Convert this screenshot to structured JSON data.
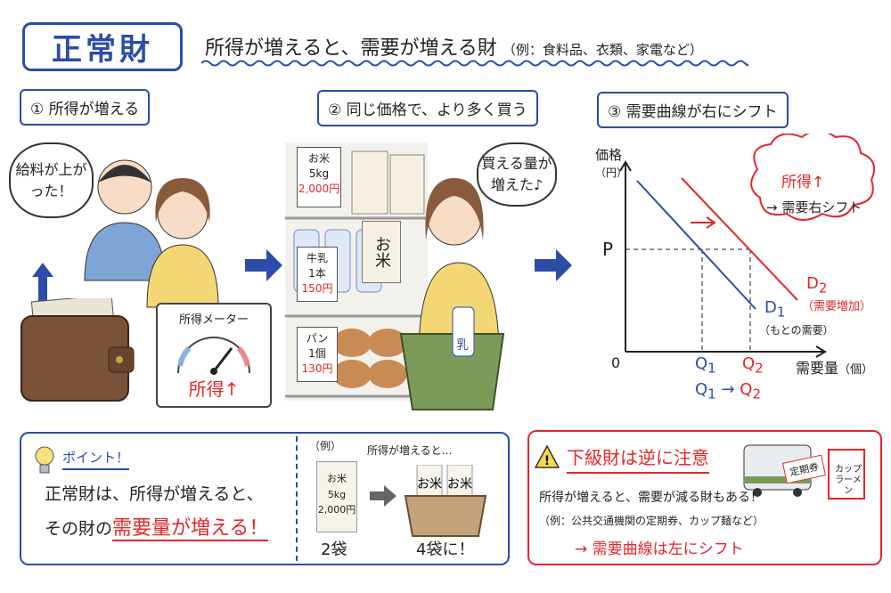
{
  "header": {
    "title": "正常財",
    "subtitle": "所得が増えると、需要が増える財",
    "examples": "（例：食料品、衣類、家電など）"
  },
  "steps": [
    {
      "label": "① 所得が増える"
    },
    {
      "label": "② 同じ価格で、より多く買う"
    },
    {
      "label": "③ 需要曲線が右にシフト"
    }
  ],
  "panel1": {
    "speech": "給料が上がった！",
    "meter_title": "所得メーター",
    "meter_label": "所得↑",
    "meter_level": "high",
    "icons": [
      "wallet-icon",
      "up-arrow-icon",
      "people-illustration"
    ]
  },
  "panel2": {
    "thought": "買える量が増えた♪",
    "shelf_tags": [
      {
        "name": "お米",
        "unit": "5kg",
        "price": "2,000円"
      },
      {
        "name": "牛乳",
        "unit": "1本",
        "price": "150円"
      },
      {
        "name": "パン",
        "unit": "1個",
        "price": "130円"
      }
    ],
    "rice_bag_label": "お米",
    "milk_label": "乳"
  },
  "chart": {
    "y_label": "価格",
    "y_unit": "（円）",
    "x_label": "需要量",
    "x_unit": "（個）",
    "origin": "0",
    "price_label": "P",
    "q1": "Q",
    "q1_sub": "1",
    "q2": "Q",
    "q2_sub": "2",
    "d1": "D",
    "d1_sub": "1",
    "d1_note": "（もとの需要）",
    "d2": "D",
    "d2_sub": "2",
    "d2_note": "（需要増加）",
    "shift_caption_arrow": "→",
    "cloud_line1": "所得↑",
    "cloud_line2": "→ 需要右シフト",
    "colors": {
      "d1": "#2b4da8",
      "d2": "#e3262b"
    }
  },
  "point": {
    "heading": "ポイント！",
    "line1": "正常財は、所得が増えると、",
    "line2_prefix": "その財の",
    "line2_highlight": "需要量が増える！",
    "example_label": "（例）",
    "example_caption": "所得が増えると…",
    "bag_text": "お米",
    "bag_weight": "5kg",
    "bag_price": "2,000円",
    "before": "2袋",
    "after": "4袋に！",
    "icon": "lightbulb-icon"
  },
  "warning": {
    "heading": "下級財は逆に注意",
    "line1": "所得が増えると、需要が減る財もある！",
    "line2": "（例：公共交通機関の定期券、カップ麺など）",
    "line3": "→ 需要曲線は左にシフト",
    "pass_label": "定期券",
    "cup_label": "カップラーメン",
    "icon": "warning-icon"
  },
  "colors": {
    "accent_blue": "#2b4da8",
    "accent_red": "#e3262b"
  }
}
